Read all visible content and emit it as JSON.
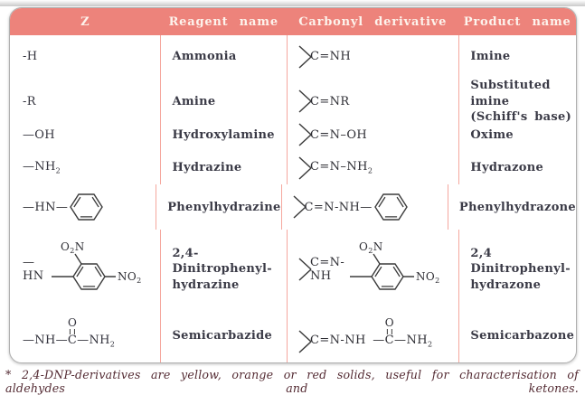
{
  "colors": {
    "header_bg": "#ed837b",
    "header_text": "#fdf3ec",
    "divider": "#f5a79e",
    "body_text": "#33333d",
    "structure_stroke": "#3c3c3c",
    "footnote_text": "#542b33"
  },
  "table": {
    "headers": [
      "Z",
      "Reagent name",
      "Carbonyl derivative",
      "Product name"
    ]
  },
  "rows": {
    "r1": {
      "z": "-H",
      "reagent": "Ammonia",
      "formula": "C=NH",
      "product": "Imine"
    },
    "r2": {
      "z": "-R",
      "reagent": "Amine",
      "formula": "C=NR",
      "product1": "Substituted imine",
      "product2": "(Schiff's base)"
    },
    "r3": {
      "z": "—OH",
      "reagent": "Hydroxylamine",
      "formula": "C=N–OH",
      "product": "Oxime"
    },
    "r4": {
      "z": "—NH",
      "z_sub": "2",
      "reagent": "Hydrazine",
      "formula": "C=N–NH",
      "formula_sub": "2",
      "product": "Hydrazone"
    },
    "r5": {
      "z": "—HN—",
      "reagent": "Phenylhydrazine",
      "formula": "C=N-NH—",
      "product": "Phenylhydrazone"
    },
    "r6": {
      "z": "—HN",
      "reagent1": "2,4-Dinitrophenyl-",
      "reagent2": "hydrazine",
      "formula": "C=N-NH",
      "product1": "2,4 Dinitrophenyl-",
      "product2": "hydrazone",
      "label_o2n_a": "O",
      "label_o2n_sub": "2",
      "label_o2n_b": "N",
      "label_no2_a": "NO",
      "label_no2_sub": "2"
    },
    "r7": {
      "z_a": "—NH",
      "z_b": "—C—",
      "z_c": "NH",
      "z_sub": "2",
      "z_o": "O",
      "reagent": "Semicarbazide",
      "f_a": "C=N-NH ",
      "f_b": "—C—",
      "f_c": "NH",
      "f_sub": "2",
      "f_o": "O",
      "product": "Semicarbazone"
    }
  },
  "footnote": "* 2,4-DNP-derivatives are yellow, orange or red solids, useful for characterisation of aldehydes and ketones."
}
